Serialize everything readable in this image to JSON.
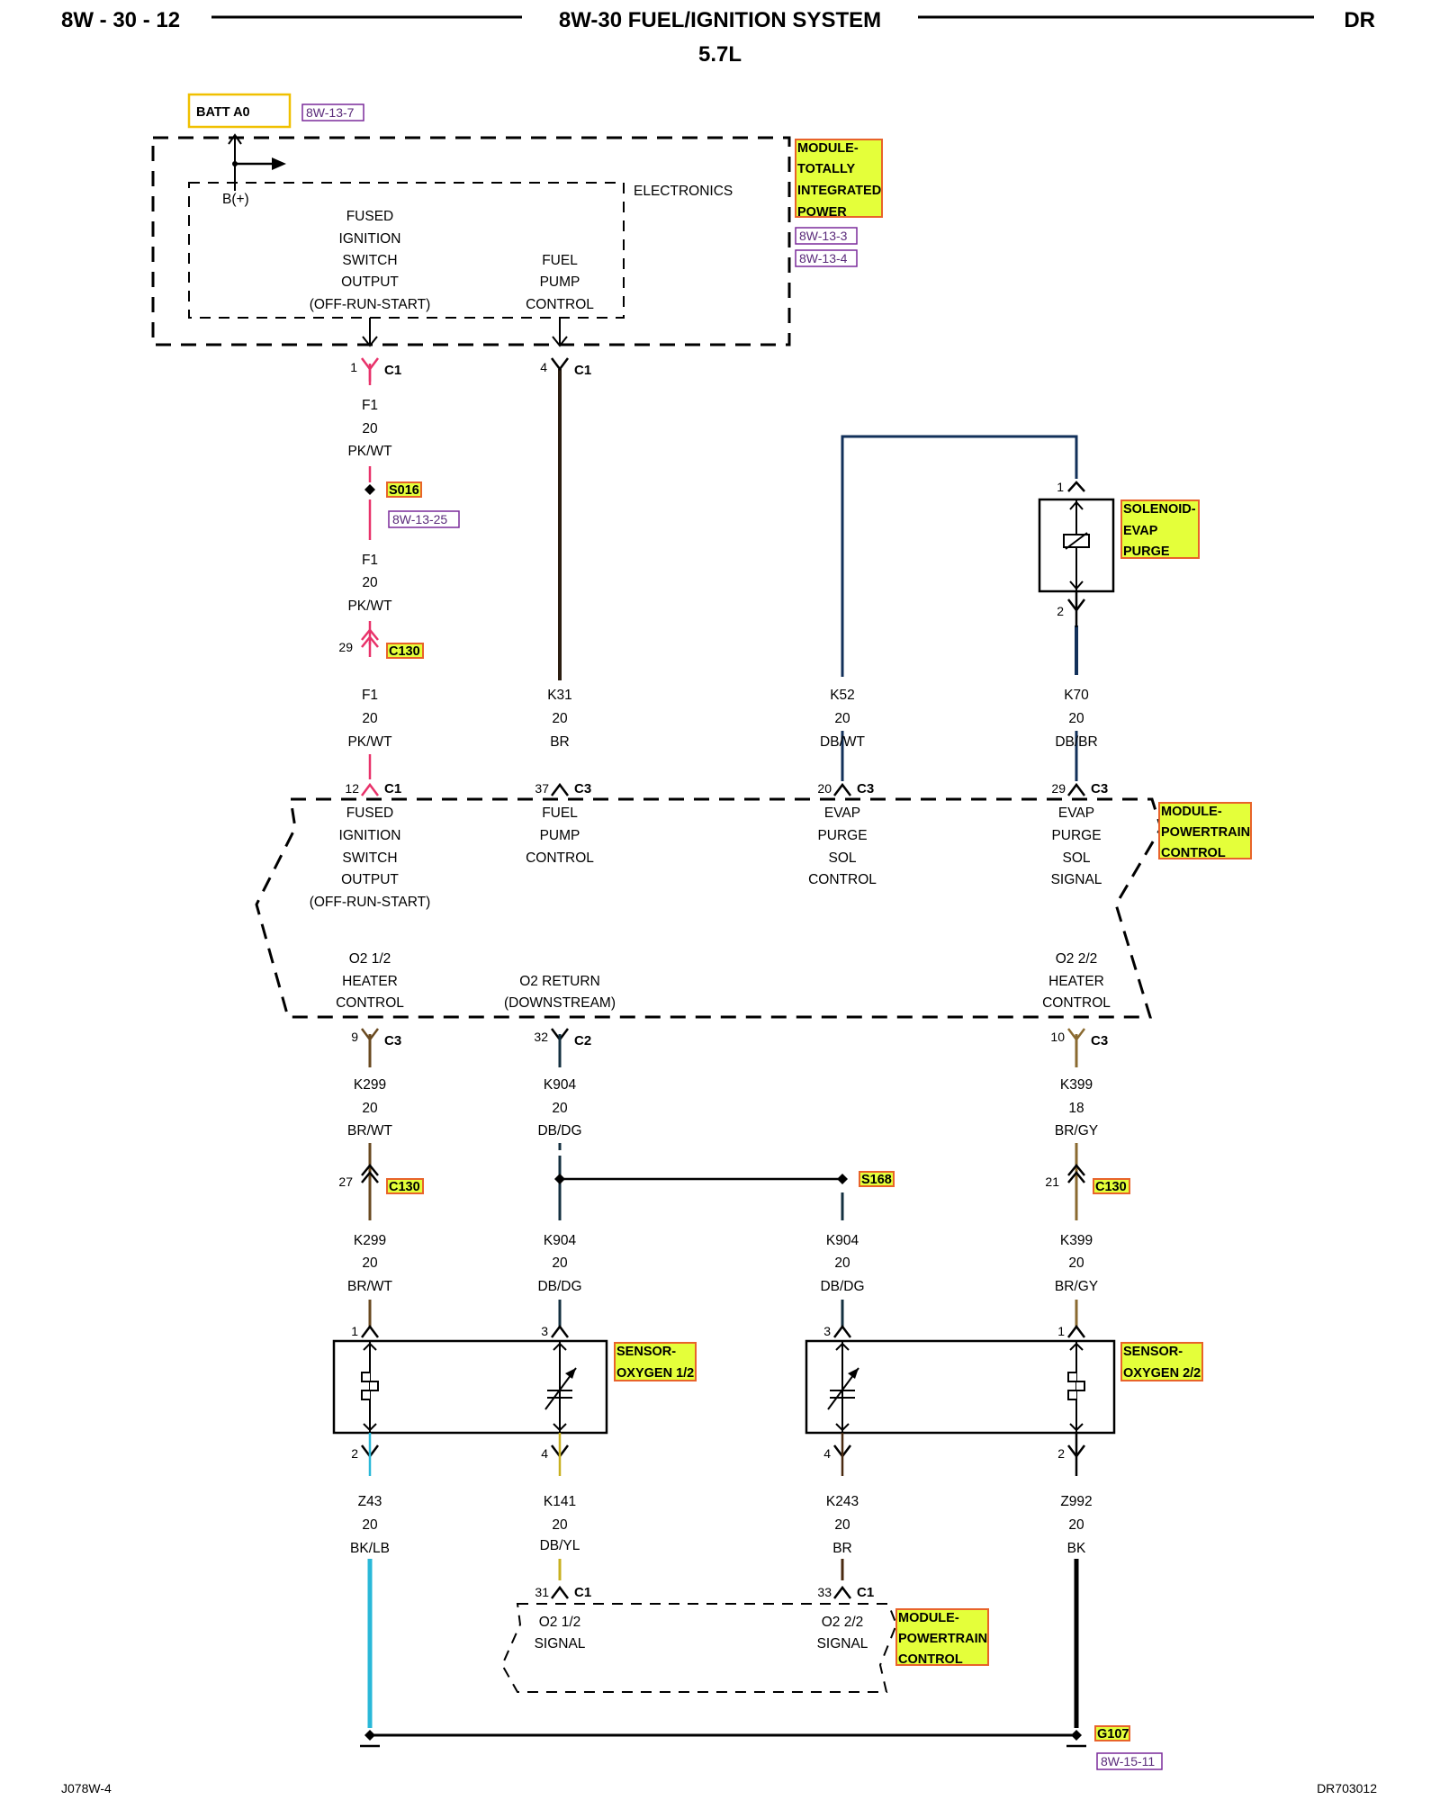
{
  "header": {
    "page_code": "8W - 30 - 12",
    "title": "8W-30 FUEL/IGNITION SYSTEM",
    "subtitle": "5.7L",
    "model": "DR"
  },
  "footer": {
    "left": "J078W-4",
    "right": "DR703012"
  },
  "colors": {
    "highlight": "#e4ff3a",
    "highlight_border": "#e8632a",
    "ref_border": "#7a2a9a",
    "wire_pk": "#e8326a",
    "wire_db": "#12305a",
    "wire_cyan": "#2ab8d8"
  },
  "tipm": {
    "batt_label": "BATT A0",
    "batt_ref": "8W-13-7",
    "bplus": "B(+)",
    "electronics": "ELECTRONICS",
    "name": [
      "MODULE-",
      "TOTALLY",
      "INTEGRATED",
      "POWER"
    ],
    "refs": [
      "8W-13-3",
      "8W-13-4"
    ],
    "fused_lines": [
      "FUSED",
      "IGNITION",
      "SWITCH",
      "OUTPUT",
      "(OFF-RUN-START)"
    ],
    "fuel_lines": [
      "FUEL",
      "PUMP",
      "CONTROL"
    ]
  },
  "tipm_pins": [
    {
      "pin": "1",
      "conn": "C1"
    },
    {
      "pin": "4",
      "conn": "C1"
    }
  ],
  "splice_s016": {
    "name": "S016",
    "ref": "8W-13-25"
  },
  "c130": "C130",
  "solenoid": {
    "name": [
      "SOLENOID-",
      "EVAP",
      "PURGE"
    ],
    "pin_top": "1",
    "pin_bottom": "2"
  },
  "wires_upper": [
    {
      "code": "F1",
      "gauge": "20",
      "color": "PK/WT"
    },
    {
      "code": "F1",
      "gauge": "20",
      "color": "PK/WT"
    },
    {
      "code": "F1",
      "gauge": "20",
      "color": "PK/WT"
    },
    {
      "code": "K31",
      "gauge": "20",
      "color": "BR"
    },
    {
      "code": "K52",
      "gauge": "20",
      "color": "DB/WT"
    },
    {
      "code": "K70",
      "gauge": "20",
      "color": "DB/BR"
    }
  ],
  "c130_pin_f1": "29",
  "pcm_top_pins": [
    {
      "pin": "12",
      "conn": "C1"
    },
    {
      "pin": "37",
      "conn": "C3"
    },
    {
      "pin": "20",
      "conn": "C3"
    },
    {
      "pin": "29",
      "conn": "C3"
    }
  ],
  "pcm": {
    "name": [
      "MODULE-",
      "POWERTRAIN",
      "CONTROL"
    ],
    "fused_lines": [
      "FUSED",
      "IGNITION",
      "SWITCH",
      "OUTPUT",
      "(OFF-RUN-START)"
    ],
    "fuel_lines": [
      "FUEL",
      "PUMP",
      "CONTROL"
    ],
    "evap_ctl_lines": [
      "EVAP",
      "PURGE",
      "SOL",
      "CONTROL"
    ],
    "evap_sig_lines": [
      "EVAP",
      "PURGE",
      "SOL",
      "SIGNAL"
    ],
    "o2_12_lines": [
      "O2 1/2",
      "HEATER",
      "CONTROL"
    ],
    "o2_ret_lines": [
      "O2 RETURN",
      "(DOWNSTREAM)"
    ],
    "o2_22_lines": [
      "O2 2/2",
      "HEATER",
      "CONTROL"
    ]
  },
  "pcm_bottom_pins": [
    {
      "pin": "9",
      "conn": "C3"
    },
    {
      "pin": "32",
      "conn": "C2"
    },
    {
      "pin": "10",
      "conn": "C3"
    }
  ],
  "wires_mid": [
    {
      "code": "K299",
      "gauge": "20",
      "color": "BR/WT"
    },
    {
      "code": "K904",
      "gauge": "20",
      "color": "DB/DG"
    },
    {
      "code": "K399",
      "gauge": "18",
      "color": "BR/GY"
    }
  ],
  "c130_pins_mid": [
    "27",
    "21"
  ],
  "splice_s168": "S168",
  "wires_lower": [
    {
      "code": "K299",
      "gauge": "20",
      "color": "BR/WT"
    },
    {
      "code": "K904",
      "gauge": "20",
      "color": "DB/DG"
    },
    {
      "code": "K904",
      "gauge": "20",
      "color": "DB/DG"
    },
    {
      "code": "K399",
      "gauge": "20",
      "color": "BR/GY"
    }
  ],
  "sensor_top_pins": [
    "1",
    "3",
    "3",
    "1"
  ],
  "sensor1": {
    "name": [
      "SENSOR-",
      "OXYGEN 1/2"
    ]
  },
  "sensor2": {
    "name": [
      "SENSOR-",
      "OXYGEN 2/2"
    ]
  },
  "sensor_bottom_pins": [
    "2",
    "4",
    "4",
    "2"
  ],
  "wires_bottom": [
    {
      "code": "Z43",
      "gauge": "20",
      "color": "BK/LB"
    },
    {
      "code": "K141",
      "gauge": "20",
      "color": "DB/YL"
    },
    {
      "code": "K243",
      "gauge": "20",
      "color": "BR"
    },
    {
      "code": "Z992",
      "gauge": "20",
      "color": "BK"
    }
  ],
  "pcm2_pins": [
    {
      "pin": "31",
      "conn": "C1"
    },
    {
      "pin": "33",
      "conn": "C1"
    }
  ],
  "pcm2": {
    "o2_12_lines": [
      "O2 1/2",
      "SIGNAL"
    ],
    "o2_22_lines": [
      "O2 2/2",
      "SIGNAL"
    ],
    "name": [
      "MODULE-",
      "POWERTRAIN",
      "CONTROL"
    ]
  },
  "ground": {
    "name": "G107",
    "ref": "8W-15-11"
  }
}
